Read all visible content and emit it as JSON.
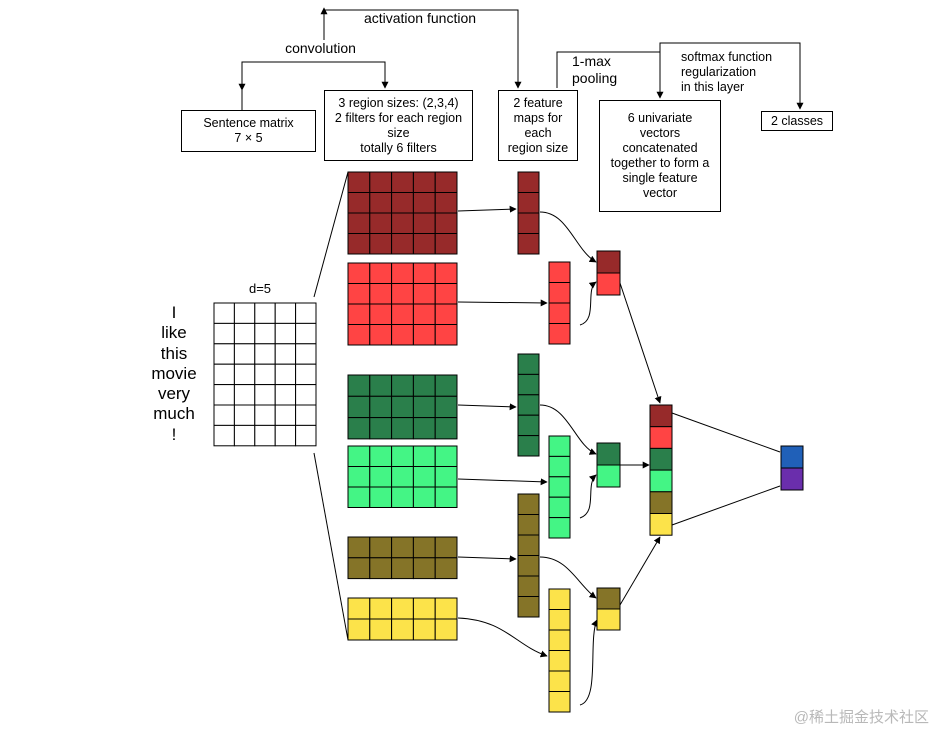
{
  "labels": {
    "activation_function": "activation function",
    "convolution": "convolution",
    "max_pooling": [
      "1-max",
      "pooling"
    ],
    "softmax": [
      "softmax function",
      "regularization",
      "in this layer"
    ],
    "d": "d=5"
  },
  "boxes": {
    "sentence_matrix": [
      "Sentence matrix",
      "7 × 5"
    ],
    "region_sizes": [
      "3 region sizes: (2,3,4)",
      "2 filters for each region",
      "size",
      "totally 6 filters"
    ],
    "feature_maps": [
      "2 feature",
      "maps for",
      "each",
      "region size"
    ],
    "univariate": [
      "6 univariate",
      "vectors",
      "concatenated",
      "together to form a",
      "single feature",
      "vector"
    ],
    "classes": "2 classes"
  },
  "sentence_words": [
    "I",
    "like",
    "this",
    "movie",
    "very",
    "much",
    "!"
  ],
  "colors": {
    "dark_red": "#972a2a",
    "red": "#ff4444",
    "dark_green": "#2a7f4b",
    "light_green": "#44f585",
    "olive": "#857428",
    "yellow": "#fce34a",
    "blue": "#2060b8",
    "purple": "#6a2eac"
  },
  "watermark": "@稀土掘金技术社区"
}
